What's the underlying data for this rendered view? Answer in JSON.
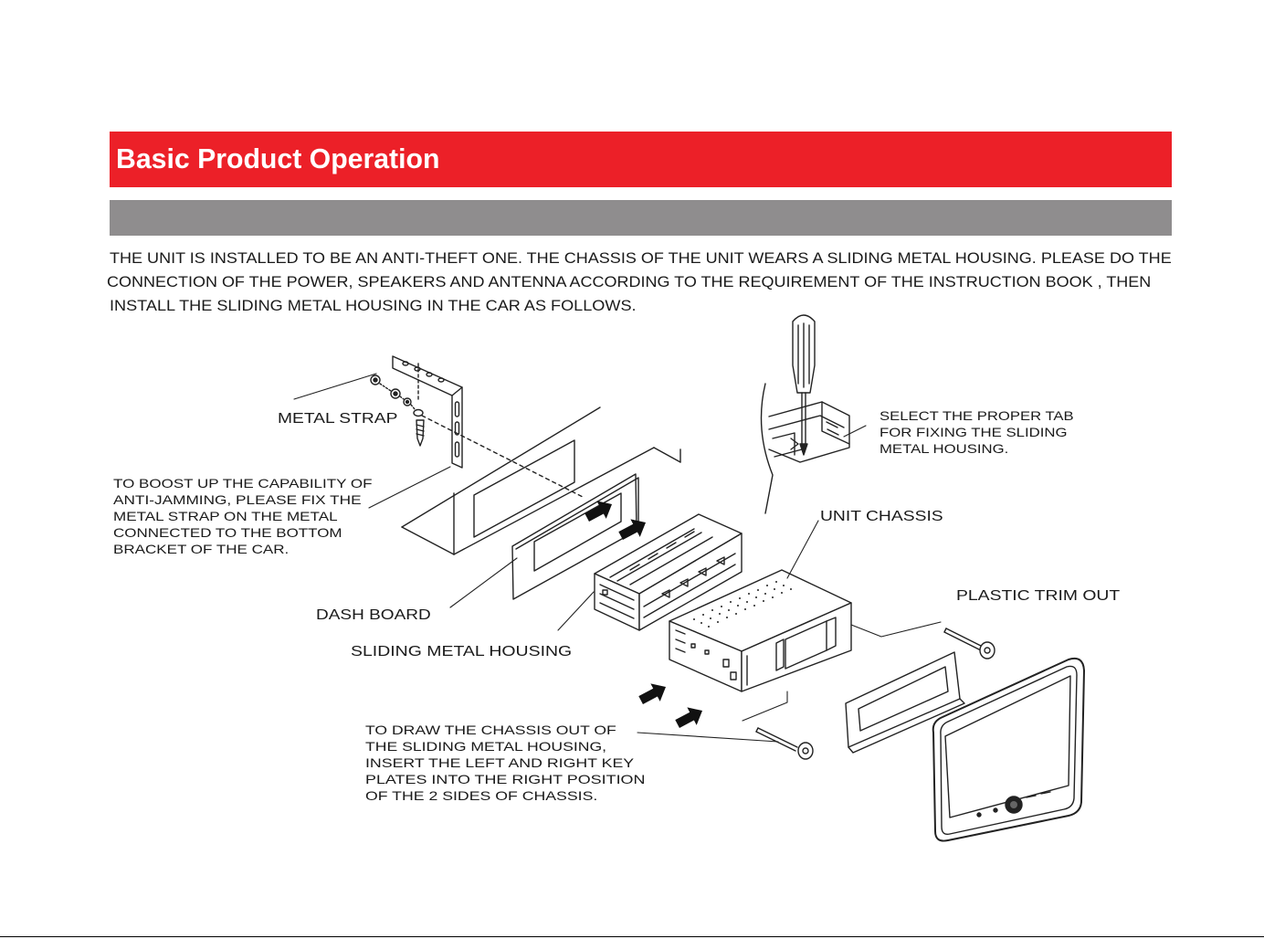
{
  "header": {
    "title": "Basic Product Operation"
  },
  "intro": {
    "lines": [
      "THE UNIT IS INSTALLED TO BE AN ANTI-THEFT ONE. THE CHASSIS OF THE UNIT WEARS A SLIDING METAL HOUSING. PLEASE DO THE",
      "CONNECTION OF THE POWER, SPEAKERS AND ANTENNA ACCORDING TO THE REQUIREMENT OF THE INSTRUCTION BOOK , THEN",
      "INSTALL THE SLIDING METAL HOUSING IN THE CAR AS FOLLOWS."
    ]
  },
  "diagram": {
    "labels": {
      "metal_strap": "METAL STRAP",
      "unit_chassis": "UNIT CHASSIS",
      "plastic_trim_out": "PLASTIC TRIM OUT",
      "dash_board": "DASH BOARD",
      "sliding_metal_housing": "SLIDING METAL HOUSING"
    },
    "notes": {
      "select_tab": [
        "SELECT THE PROPER TAB",
        "FOR FIXING THE SLIDING",
        "METAL HOUSING."
      ],
      "anti_jamming": [
        "TO BOOST UP THE CAPABILITY OF",
        "ANTI-JAMMING, PLEASE FIX THE",
        "METAL STRAP ON THE METAL",
        "CONNECTED TO THE BOTTOM",
        "BRACKET OF THE CAR."
      ],
      "draw_chassis": [
        "TO DRAW THE CHASSIS OUT OF",
        "THE SLIDING METAL HOUSING,",
        "INSERT THE LEFT AND RIGHT KEY",
        "PLATES INTO THE RIGHT POSITION",
        "OF THE 2 SIDES OF CHASSIS."
      ]
    }
  },
  "colors": {
    "header_bg": "#ec2028",
    "subheader_bg": "#8f8d8e",
    "text": "#1a1a1a",
    "line_art": "#222222"
  }
}
